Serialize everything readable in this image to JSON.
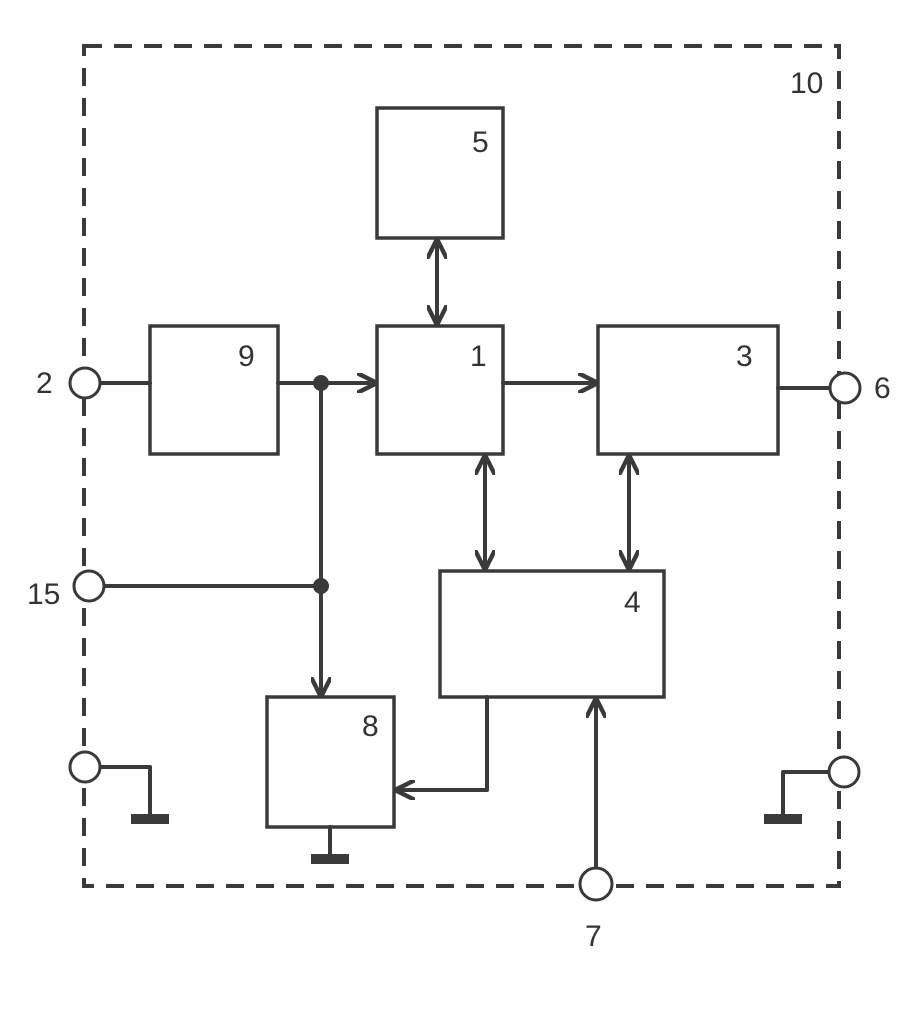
{
  "diagram": {
    "frame_label": "10",
    "blocks": [
      {
        "id": "b1",
        "label": "1"
      },
      {
        "id": "b3",
        "label": "3"
      },
      {
        "id": "b4",
        "label": "4"
      },
      {
        "id": "b5",
        "label": "5"
      },
      {
        "id": "b8",
        "label": "8"
      },
      {
        "id": "b9",
        "label": "9"
      }
    ],
    "terminals": [
      {
        "id": "t2",
        "label": "2"
      },
      {
        "id": "t6",
        "label": "6"
      },
      {
        "id": "t7",
        "label": "7"
      },
      {
        "id": "t15",
        "label": "15"
      }
    ]
  }
}
